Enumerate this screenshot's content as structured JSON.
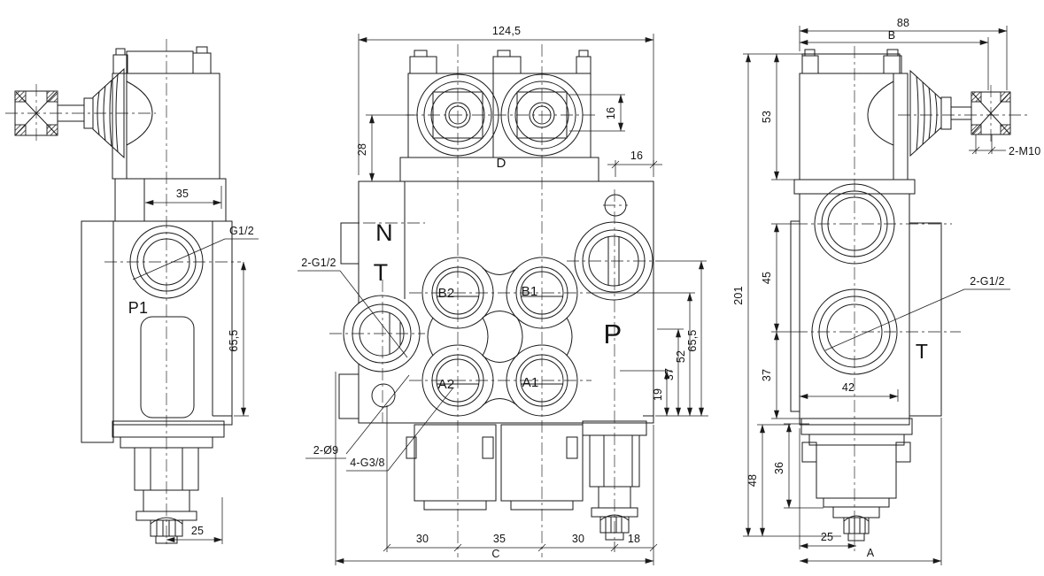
{
  "colors": {
    "background": "#ffffff",
    "line": "#1a1a1a"
  },
  "views": {
    "left": {
      "labels": {
        "p1": "P1"
      },
      "callouts": {
        "g12": "G1/2"
      },
      "dims": {
        "w35": "35",
        "h65_5": "65,5",
        "w25": "25"
      }
    },
    "front": {
      "labels": {
        "d": "D",
        "n": "N",
        "t": "T",
        "p": "P",
        "b2": "B2",
        "b1": "B1",
        "a2": "A2",
        "a1": "A1"
      },
      "callouts": {
        "g12": "2-G1/2",
        "dia9": "2-Ø9",
        "g38": "4-G3/8"
      },
      "dims": {
        "w124_5": "124,5",
        "h28": "28",
        "v16": "16",
        "e16": "16",
        "h19": "19",
        "h37": "37",
        "h52": "52",
        "h65_5": "65,5",
        "b30l": "30",
        "b35": "35",
        "b30r": "30",
        "b18": "18",
        "c": "C"
      }
    },
    "right": {
      "labels": {
        "t": "T"
      },
      "callouts": {
        "m10": "2-M10",
        "g12": "2-G1/2"
      },
      "dims": {
        "w88": "88",
        "b": "B",
        "h53": "53",
        "h201": "201",
        "h45": "45",
        "h37": "37",
        "w42": "42",
        "h48": "48",
        "h36": "36",
        "w25": "25",
        "a": "A"
      }
    }
  }
}
